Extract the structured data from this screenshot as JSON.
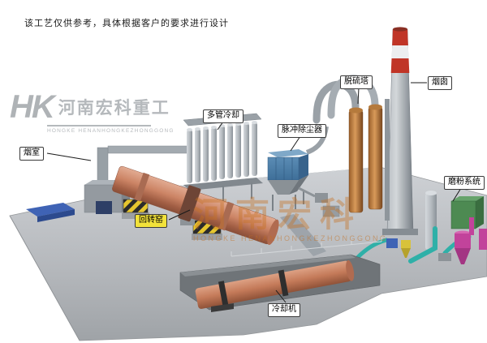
{
  "disclaimer": "该工艺仅供参考，具体根据客户的要求进行设计",
  "watermark_left": {
    "logo": "HK",
    "company_cn": "河南宏科重工",
    "company_en": "HONGKE HENANHONGKEZHONGGONG"
  },
  "watermark_center": {
    "company_cn": "河南宏科",
    "company_en": "HONGKE HENANHONGKEZHONGGONG"
  },
  "labels": {
    "smoke_chamber": "烟室",
    "rotary_kiln": "回转窑",
    "multi_tube_cooler": "多管冷却",
    "pulse_dust_collector": "脉冲除尘器",
    "desulfurization_tower": "脱硫塔",
    "chimney": "烟囱",
    "grinding_system": "磨粉系统",
    "cooling_machine": "冷却机"
  },
  "colors": {
    "kiln_salmon": "#cc8465",
    "dust_collector_blue": "#4e7ea6",
    "desulfurization_orange": "#b5713a",
    "chimney_band_red": "#c03527",
    "pipe_teal": "#2fb0a8",
    "cyclone_magenta": "#c2439b",
    "structure_green": "#4d8a52",
    "platform_gray": "#b6b9bd",
    "label_highlight_yellow": "#f2e23a"
  }
}
